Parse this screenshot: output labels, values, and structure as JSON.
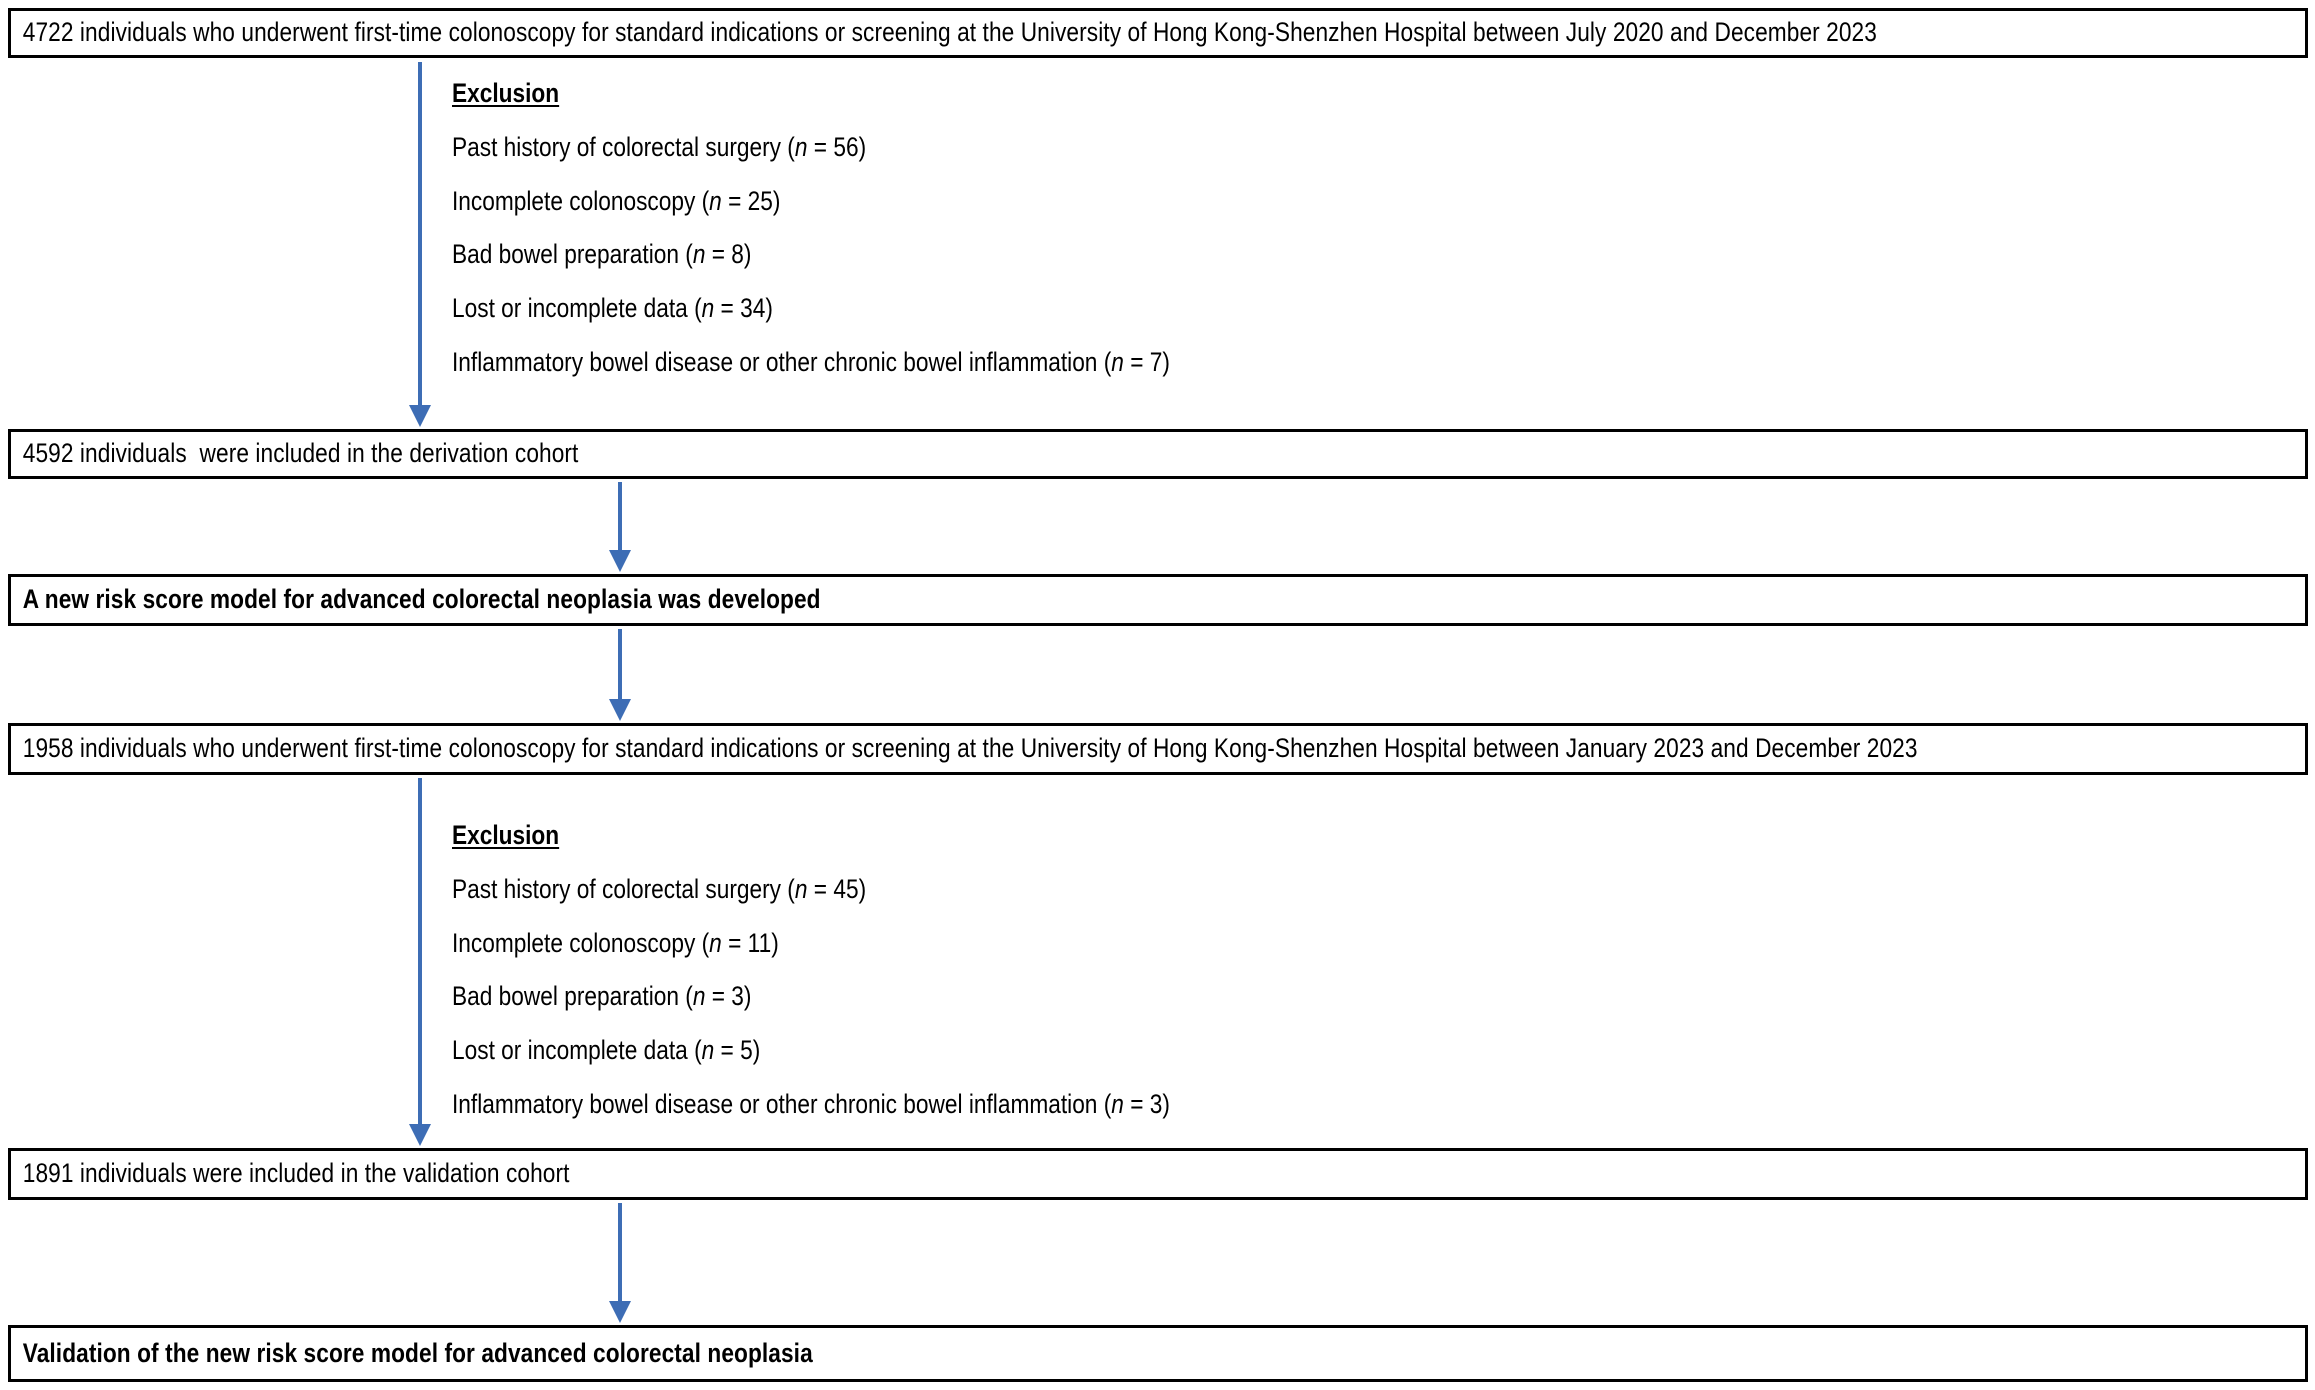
{
  "colors": {
    "arrow": "#3D6DB5",
    "box_border": "#000000",
    "background": "#ffffff",
    "text": "#000000"
  },
  "flowchart": {
    "type": "study-flow-diagram",
    "boxes": [
      {
        "id": "box-source-derivation",
        "text": "4722 individuals who underwent first-time colonoscopy for standard indications or screening at the University of Hong Kong-Shenzhen Hospital between July 2020 and December 2023",
        "bold": false
      },
      {
        "id": "box-derivation-cohort",
        "text": "4592 individuals  were included in the derivation cohort",
        "bold": false
      },
      {
        "id": "box-model-developed",
        "text": "A new risk score model for advanced colorectal neoplasia was developed",
        "bold": true
      },
      {
        "id": "box-source-validation",
        "text": "1958 individuals who underwent first-time colonoscopy for standard indications or screening at the University of Hong Kong-Shenzhen Hospital between January 2023 and December 2023",
        "bold": false
      },
      {
        "id": "box-validation-cohort",
        "text": "1891 individuals were included in the validation cohort",
        "bold": false
      },
      {
        "id": "box-model-validated",
        "text": "Validation of the new risk score model for advanced colorectal neoplasia",
        "bold": true
      }
    ],
    "exclusions": [
      {
        "id": "exclusion-derivation",
        "title": "Exclusion",
        "items": [
          {
            "label": "Past history of colorectal surgery",
            "n": "56"
          },
          {
            "label": "Incomplete colonoscopy",
            "n": "25"
          },
          {
            "label": "Bad bowel preparation",
            "n": "8"
          },
          {
            "label": "Lost or incomplete data",
            "n": "34"
          },
          {
            "label": "Inflammatory bowel disease or other chronic bowel inflammation",
            "n": "7"
          }
        ]
      },
      {
        "id": "exclusion-validation",
        "title": "Exclusion",
        "items": [
          {
            "label": "Past history of colorectal surgery",
            "n": "45"
          },
          {
            "label": "Incomplete colonoscopy",
            "n": "11"
          },
          {
            "label": "Bad bowel preparation",
            "n": "3"
          },
          {
            "label": "Lost or incomplete data",
            "n": "5"
          },
          {
            "label": "Inflammatory bowel disease or other chronic bowel inflammation",
            "n": "3"
          }
        ]
      }
    ],
    "arrows": [
      {
        "id": "arrow-source-to-derivation"
      },
      {
        "id": "arrow-derivation-to-model"
      },
      {
        "id": "arrow-model-to-validation-source"
      },
      {
        "id": "arrow-validation-source-to-cohort"
      },
      {
        "id": "arrow-validation-cohort-to-validation"
      }
    ]
  }
}
